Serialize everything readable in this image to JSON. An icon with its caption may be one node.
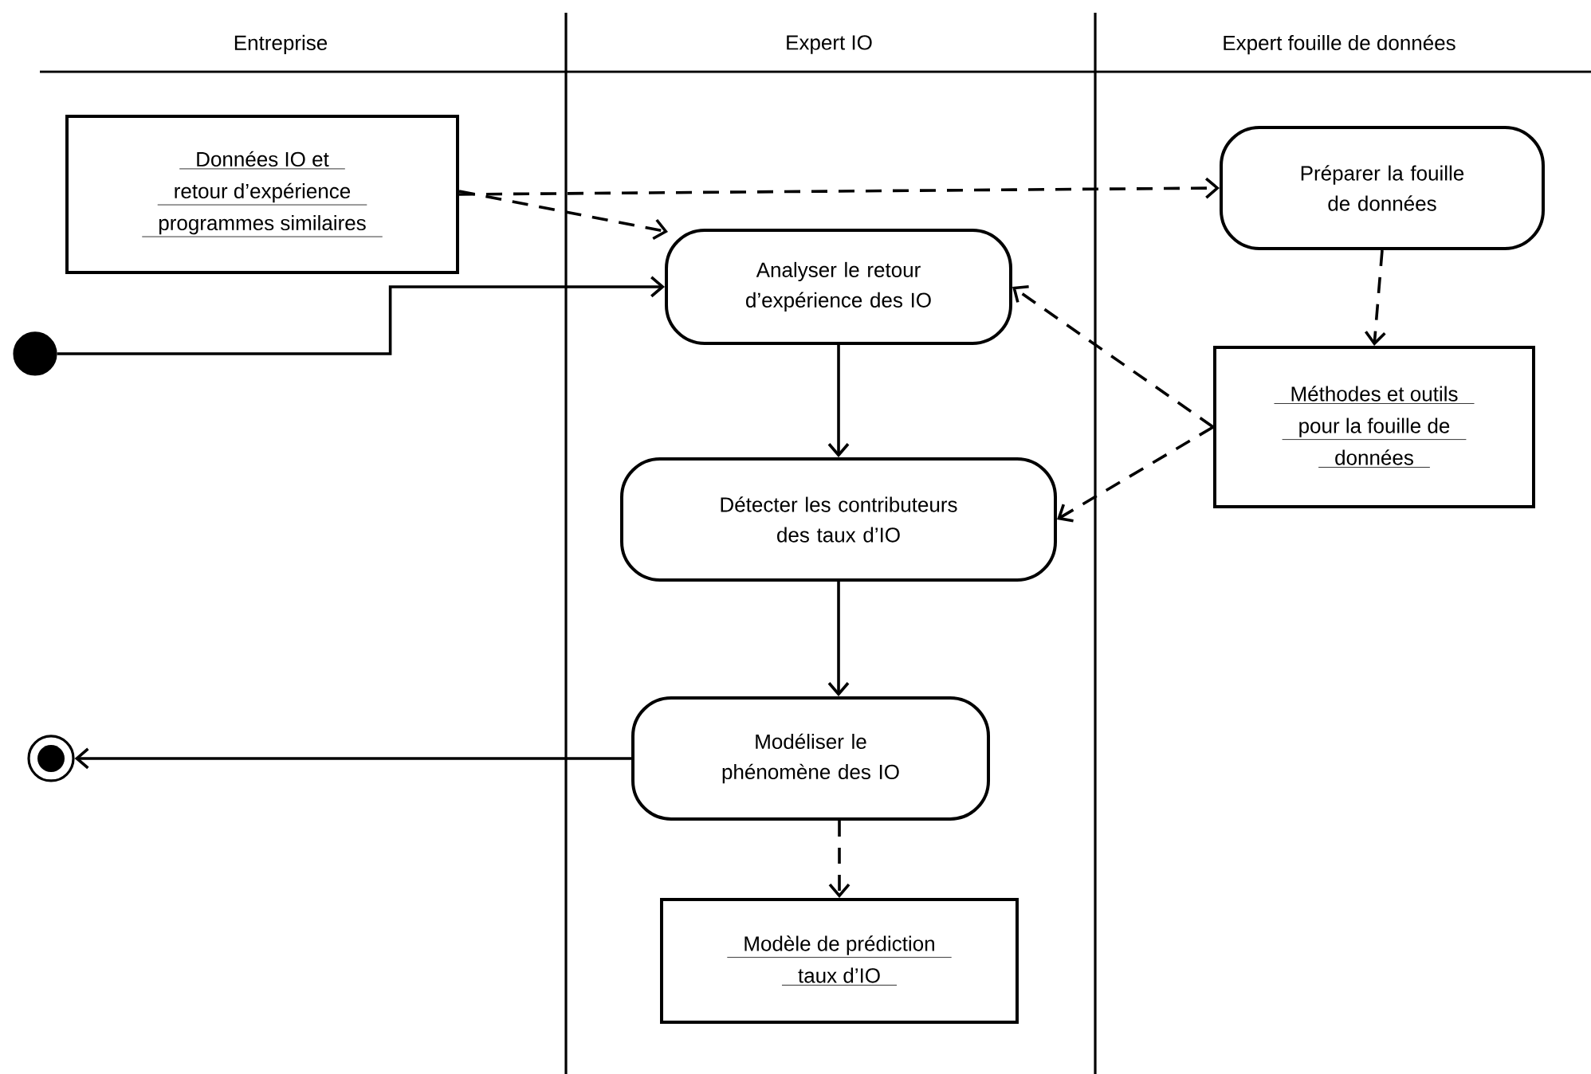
{
  "diagram": {
    "nodes": [
      {
        "text": [
          "Données IO et",
          "retour d’expérience",
          "programmes similaires"
        ]
      },
      {
        "text": [],
        "shape": "circle"
      },
      {
        "text": [
          "Analyser le retour d’expérience des IO"
        ]
      },
      {
        "text": [
          "Préparer la fouille de données"
        ]
      },
      {
        "text": [
          "Méthodes et outils",
          "pour la fouille de",
          "données"
        ]
      },
      {
        "text": [
          "Détecter les contributeurs des taux d’IO"
        ]
      },
      {
        "text": [
          "Modéliser le phénomène des IO"
        ]
      },
      {
        "text": [],
        "shape": "circle"
      },
      {
        "text": [
          "Modèle de prédiction",
          "taux d’IO"
        ]
      }
    ],
    "edges": [
      {
        "from": 0,
        "to": 2,
        "arrow": "to",
        "style": "dashed"
      },
      {
        "from": 0,
        "to": 3,
        "arrow": "to",
        "style": "dashed"
      },
      {
        "from": 1,
        "to": 2,
        "arrow": "to"
      },
      {
        "from": 3,
        "to": 4,
        "arrow": "to",
        "style": "dashed"
      },
      {
        "from": 4,
        "to": 2,
        "arrow": "to",
        "style": "dashed"
      },
      {
        "from": 4,
        "to": 5,
        "arrow": "to",
        "style": "dashed"
      },
      {
        "from": 2,
        "to": 5,
        "arrow": "to"
      },
      {
        "from": 5,
        "to": 6,
        "arrow": "to"
      },
      {
        "from": 6,
        "to": 7,
        "arrow": "to"
      },
      {
        "from": 6,
        "to": 8,
        "arrow": "to",
        "style": "dashed"
      }
    ],
    "labels": [
      "Entreprise",
      "Expert IO",
      "Expert fouille de données"
    ]
  }
}
